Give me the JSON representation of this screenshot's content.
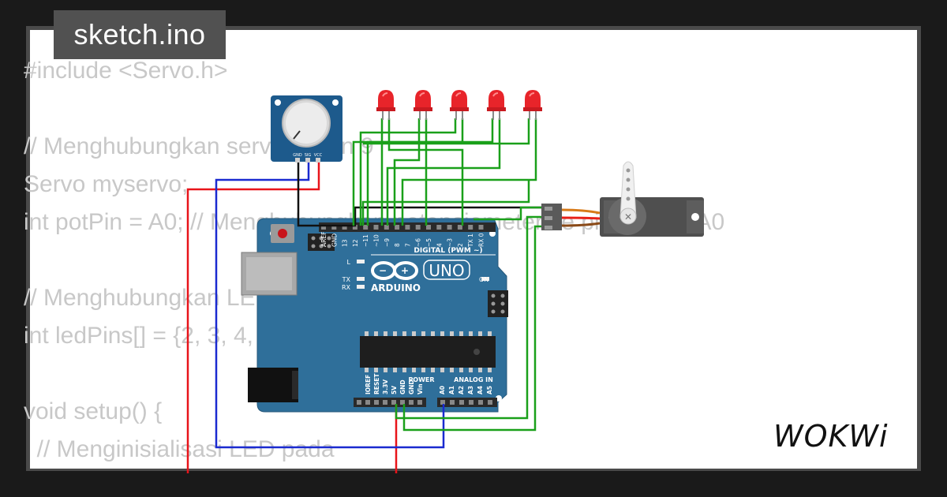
{
  "file": {
    "name": "sketch.ino"
  },
  "code": {
    "lines": [
      "#include <Servo.h>",
      "",
      "// Menghubungkan servo ke pin 9",
      "Servo myservo;",
      "int potPin = A0; // Menghubungkan potensiometer ke pin analog A0",
      "",
      "// Menghubungkan LED ke pin 2-6",
      "int ledPins[] = {2, 3, 4, 5, 6};",
      "",
      "void setup() {",
      "  // Menginisialisasi LED pada"
    ]
  },
  "potentiometer": {
    "pin_gnd": "GND",
    "pin_sig": "SIG",
    "pin_vcc": "VCC"
  },
  "arduino": {
    "model": "UNO",
    "brand": "ARDUINO",
    "digital_label": "DIGITAL (PWM ~)",
    "digital_pins": [
      "AREF",
      "GND",
      "13",
      "12",
      "~11",
      "~10",
      "~9",
      "8",
      "7",
      "~6",
      "~5",
      "4",
      "~3",
      "2",
      "TX 1",
      "RX 0"
    ],
    "led_labels": [
      "L",
      "TX",
      "RX"
    ],
    "on_label": "ON",
    "power_label": "POWER",
    "power_pins": [
      "IOREF",
      "RESET",
      "3.3V",
      "5V",
      "GND",
      "GND",
      "Vin"
    ],
    "analog_label": "ANALOG IN",
    "analog_pins": [
      "A0",
      "A1",
      "A2",
      "A3",
      "A4",
      "A5"
    ]
  },
  "brand": {
    "logo_text": "WOKWi"
  },
  "colors": {
    "board": "#2f6f9a",
    "wire_green": "#1aa01a",
    "wire_red": "#e8141a",
    "wire_blue": "#1a2ad0",
    "wire_black": "#111111",
    "led_red": "#e8242a",
    "servo_body": "#505050",
    "code_text": "#c8c8c8"
  }
}
